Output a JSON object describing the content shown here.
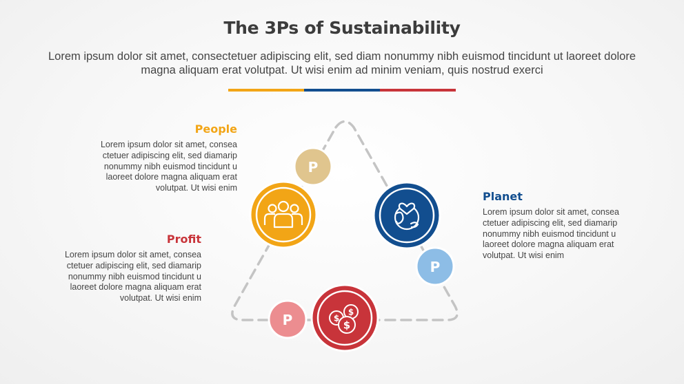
{
  "header": {
    "title": "The 3Ps of Sustainability",
    "subtitle": "Lorem ipsum dolor sit amet, consectetuer adipiscing elit, sed diam nonummy nibh euismod tincidunt ut laoreet dolore magna aliquam erat volutpat. Ut wisi enim ad minim veniam, quis nostrud exerci"
  },
  "colors": {
    "people": "#f2a516",
    "planet": "#124e8f",
    "profit": "#c8343a",
    "people_light": "#e0c58e",
    "planet_light": "#8dbde6",
    "profit_light": "#ec8d90",
    "dashed": "#c4c4c4"
  },
  "sections": {
    "people": {
      "heading": "People",
      "body": "Lorem ipsum dolor sit amet, consea ctetuer adipiscing elit, sed diamarip nonummy nibh euismod tincidunt u laoreet dolore magna aliquam erat volutpat. Ut wisi enim",
      "icon": "people-group-icon"
    },
    "planet": {
      "heading": "Planet",
      "body": "Lorem ipsum dolor sit amet, consea ctetuer adipiscing elit, sed diamarip nonummy nibh euismod tincidunt u laoreet dolore magna aliquam erat volutpat. Ut wisi enim",
      "icon": "earth-heart-icon"
    },
    "profit": {
      "heading": "Profit",
      "body": "Lorem ipsum dolor sit amet, consea ctetuer adipiscing elit, sed diamarip nonummy nibh euismod tincidunt u laoreet dolore magna aliquam erat volutpat. Ut wisi enim",
      "icon": "dollar-coins-icon"
    }
  },
  "badges": {
    "people": "P",
    "planet": "P",
    "profit": "P"
  }
}
